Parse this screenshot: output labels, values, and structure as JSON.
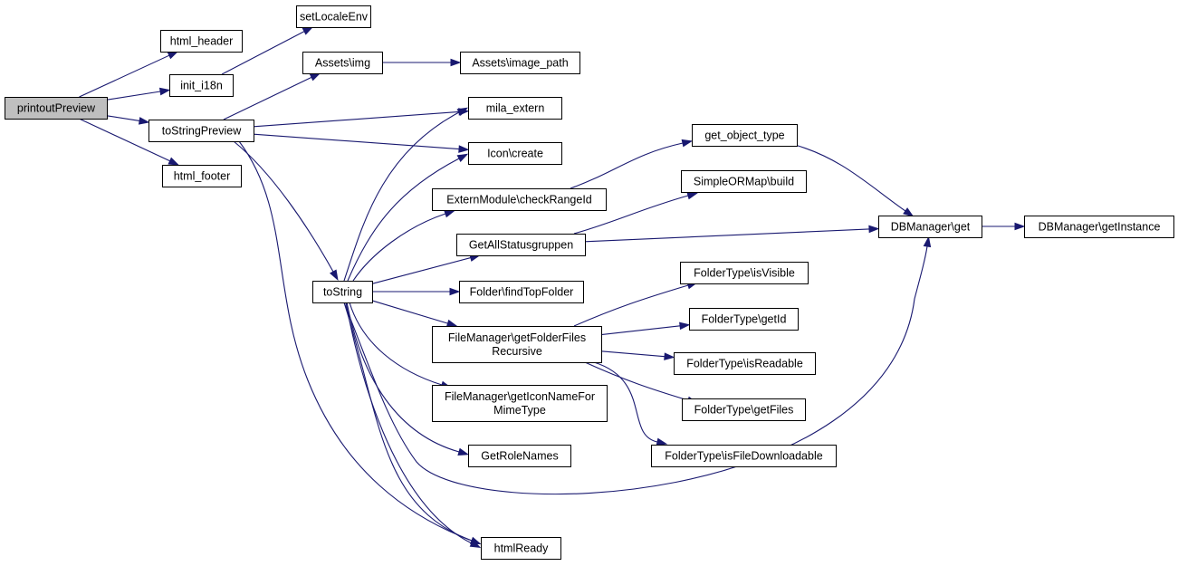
{
  "colors": {
    "edge": "#191970",
    "root_fill": "#bfbfbf",
    "node_fill": "#ffffff",
    "node_border": "#000000"
  },
  "nodes": {
    "printoutPreview": {
      "lines": [
        "printoutPreview"
      ],
      "root": true
    },
    "html_header": {
      "lines": [
        "html_header"
      ]
    },
    "init_i18n": {
      "lines": [
        "init_i18n"
      ]
    },
    "html_footer": {
      "lines": [
        "html_footer"
      ]
    },
    "toStringPreview": {
      "lines": [
        "toStringPreview"
      ]
    },
    "setLocaleEnv": {
      "lines": [
        "setLocaleEnv"
      ]
    },
    "assets_img": {
      "lines": [
        "Assets\\img"
      ]
    },
    "assets_image_path": {
      "lines": [
        "Assets\\image_path"
      ]
    },
    "mila_extern": {
      "lines": [
        "mila_extern"
      ]
    },
    "icon_create": {
      "lines": [
        "Icon\\create"
      ]
    },
    "toString": {
      "lines": [
        "toString"
      ]
    },
    "externmodule_checkrangeid": {
      "lines": [
        "ExternModule\\checkRangeId"
      ]
    },
    "getallstatusgruppen": {
      "lines": [
        "GetAllStatusgruppen"
      ]
    },
    "folder_findtopfolder": {
      "lines": [
        "Folder\\findTopFolder"
      ]
    },
    "filemanager_getfolderfilesrecursive": {
      "lines": [
        "FileManager\\getFolderFiles",
        "Recursive"
      ]
    },
    "filemanager_geticonnameformimetype": {
      "lines": [
        "FileManager\\getIconNameFor",
        "MimeType"
      ]
    },
    "getrolenames": {
      "lines": [
        "GetRoleNames"
      ]
    },
    "htmlready": {
      "lines": [
        "htmlReady"
      ]
    },
    "get_object_type": {
      "lines": [
        "get_object_type"
      ]
    },
    "simpleormap_build": {
      "lines": [
        "SimpleORMap\\build"
      ]
    },
    "dbmanager_get": {
      "lines": [
        "DBManager\\get"
      ]
    },
    "dbmanager_getinstance": {
      "lines": [
        "DBManager\\getInstance"
      ]
    },
    "foldertype_isvisible": {
      "lines": [
        "FolderType\\isVisible"
      ]
    },
    "foldertype_getid": {
      "lines": [
        "FolderType\\getId"
      ]
    },
    "foldertype_isreadable": {
      "lines": [
        "FolderType\\isReadable"
      ]
    },
    "foldertype_getfiles": {
      "lines": [
        "FolderType\\getFiles"
      ]
    },
    "foldertype_isfiledownloadable": {
      "lines": [
        "FolderType\\isFileDownloadable"
      ]
    }
  },
  "edges": [
    [
      "printoutPreview",
      "html_header"
    ],
    [
      "printoutPreview",
      "init_i18n"
    ],
    [
      "printoutPreview",
      "toStringPreview"
    ],
    [
      "printoutPreview",
      "html_footer"
    ],
    [
      "init_i18n",
      "setLocaleEnv"
    ],
    [
      "toStringPreview",
      "assets_img"
    ],
    [
      "assets_img",
      "assets_image_path"
    ],
    [
      "toStringPreview",
      "mila_extern"
    ],
    [
      "toStringPreview",
      "icon_create"
    ],
    [
      "toStringPreview",
      "toString"
    ],
    [
      "toStringPreview",
      "htmlready"
    ],
    [
      "toString",
      "mila_extern"
    ],
    [
      "toString",
      "icon_create"
    ],
    [
      "toString",
      "externmodule_checkrangeid"
    ],
    [
      "toString",
      "getallstatusgruppen"
    ],
    [
      "toString",
      "folder_findtopfolder"
    ],
    [
      "toString",
      "filemanager_getfolderfilesrecursive"
    ],
    [
      "toString",
      "filemanager_geticonnameformimetype"
    ],
    [
      "toString",
      "getrolenames"
    ],
    [
      "toString",
      "dbmanager_get"
    ],
    [
      "toString",
      "htmlready"
    ],
    [
      "externmodule_checkrangeid",
      "get_object_type"
    ],
    [
      "get_object_type",
      "dbmanager_get"
    ],
    [
      "getallstatusgruppen",
      "simpleormap_build"
    ],
    [
      "getallstatusgruppen",
      "dbmanager_get"
    ],
    [
      "dbmanager_get",
      "dbmanager_getinstance"
    ],
    [
      "filemanager_getfolderfilesrecursive",
      "foldertype_isvisible"
    ],
    [
      "filemanager_getfolderfilesrecursive",
      "foldertype_getid"
    ],
    [
      "filemanager_getfolderfilesrecursive",
      "foldertype_isreadable"
    ],
    [
      "filemanager_getfolderfilesrecursive",
      "foldertype_getfiles"
    ],
    [
      "filemanager_getfolderfilesrecursive",
      "foldertype_isfiledownloadable"
    ]
  ]
}
